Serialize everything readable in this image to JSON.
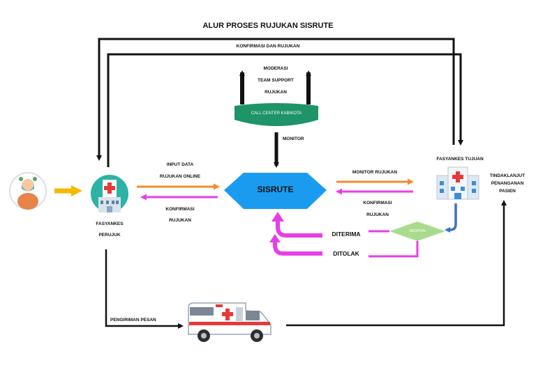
{
  "title": "ALUR PROSES RUJUKAN SISRUTE",
  "labels": {
    "konfirmasi_dan_rujukan": "KONFIRMASI DAN RUJUKAN",
    "moderasi": [
      "MODERASI",
      "TEAM SUPPORT",
      "RUJUKAN"
    ],
    "call_center": "CALL CENTER KAB/KOTA",
    "monitor": "MONITOR",
    "sisrute": "SISRUTE",
    "input_data": [
      "INPUT DATA",
      "RUJUKAN ONLINE"
    ],
    "konfirmasi_left": [
      "KONFIRMASI",
      "RUJUKAN"
    ],
    "monitor_rujukan": "MONITOR RUJUKAN",
    "konfirmasi_right": [
      "KONFIRMASI",
      "RUJUKAN"
    ],
    "fasyankes_tujuan": "FASYANKES TUJUAN",
    "fasyankes_perujuk": [
      "FASYANKES",
      "PERUJUK"
    ],
    "tindaklanjut": [
      "TINDAKLANJUT",
      "PENANGANAN",
      "PASIEN"
    ],
    "respon": "RESPON",
    "diterima": "DITERIMA",
    "ditolak": "DITOLAK",
    "pengiriman_pesan": "PENGIRIMAN PESAN"
  },
  "colors": {
    "arrow_black": "#111111",
    "arrow_orange": "#f28c28",
    "arrow_magenta": "#e83ee8",
    "arrow_blue": "#3f6fc9",
    "arrow_yellow": "#f5b800",
    "call_center": "#1e9468",
    "sisrute": "#1b9bf0",
    "respon": "#a8dc8c"
  },
  "icons": [
    "patient-icon",
    "hospital-circle-icon",
    "hospital-building-icon",
    "ambulance-icon"
  ]
}
